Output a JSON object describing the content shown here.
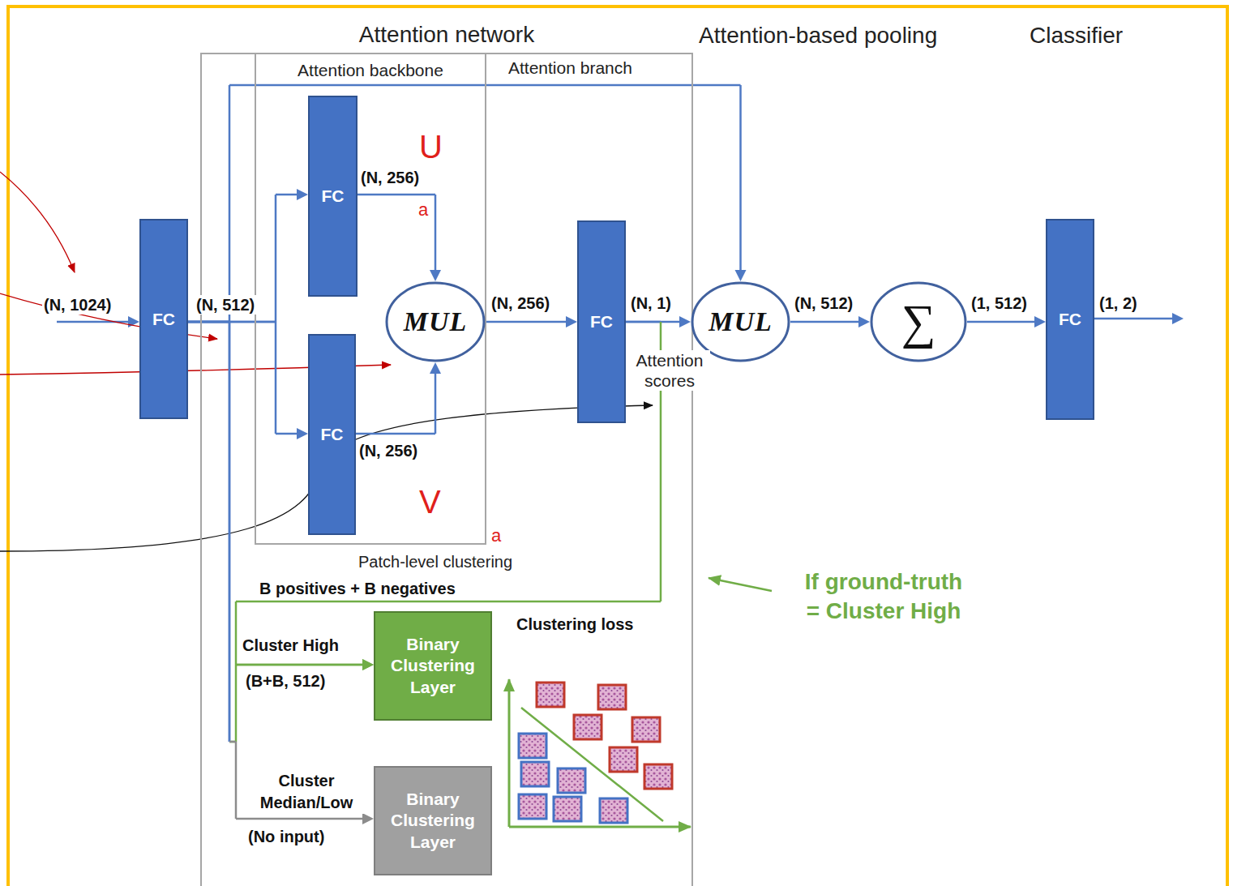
{
  "diagram": {
    "nodes": [
      {
        "text": [
          "FC"
        ]
      },
      {
        "text": [
          "Attention network"
        ]
      },
      {
        "text": [
          "Attention backbone"
        ],
        "in": 1
      },
      {
        "text": [
          "FC"
        ],
        "in": 2
      },
      {
        "text": [
          "FC"
        ],
        "in": 2
      },
      {
        "text": [
          "MUL"
        ],
        "in": 2
      },
      {
        "text": [
          "FC"
        ],
        "in": 1
      },
      {
        "text": [
          "MUL"
        ]
      },
      {
        "text": [
          "∑"
        ]
      },
      {
        "text": [
          "FC"
        ]
      },
      {
        "text": [
          "Binary Clustering Layer"
        ],
        "in": 1
      },
      {
        "text": [
          "Binary Clustering Layer"
        ],
        "in": 1
      }
    ],
    "edges": [
      {
        "from": 0,
        "to": 3,
        "arrow": "to",
        "label": "(N, 512)"
      },
      {
        "from": 0,
        "to": 4,
        "arrow": "to"
      },
      {
        "from": 3,
        "to": 5,
        "arrow": "to",
        "label": "(N, 256)"
      },
      {
        "from": 4,
        "to": 5,
        "arrow": "to",
        "label": "(N, 256)"
      },
      {
        "from": 5,
        "to": 6,
        "arrow": "to",
        "label": "(N, 256)"
      },
      {
        "from": 6,
        "to": 7,
        "arrow": "to",
        "label": "(N, 1)"
      },
      {
        "from": 0,
        "to": 7,
        "arrow": "to"
      },
      {
        "from": 7,
        "to": 8,
        "arrow": "to",
        "label": "(N, 512)"
      },
      {
        "from": 8,
        "to": 9,
        "arrow": "to",
        "label": "(1, 512)"
      },
      {
        "from": 6,
        "to": 10,
        "arrow": "to",
        "label": "B positives + B negatives"
      },
      {
        "from": 0,
        "to": 10,
        "arrow": "to",
        "label": "Cluster High"
      },
      {
        "from": 0,
        "to": 11,
        "arrow": "to",
        "label": "Cluster Median/Low"
      }
    ],
    "labels": [
      "Attention-based pooling",
      "Classifier",
      "Attention branch",
      "(N, 1024)",
      "U",
      "a",
      "V",
      "a",
      "Attention scores",
      "(1, 2)",
      "Patch-level clustering",
      "(B+B, 512)",
      "(No input)",
      "Clustering loss",
      "If ground-truth = Cluster High"
    ]
  }
}
